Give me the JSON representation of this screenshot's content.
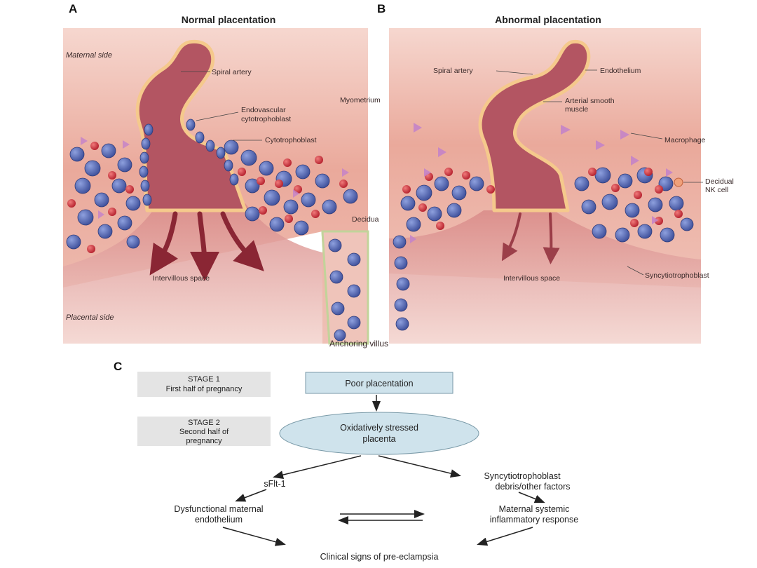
{
  "panel_a": {
    "letter": "A",
    "title": "Normal placentation",
    "labels": {
      "maternal_side": "Maternal side",
      "spiral_artery": "Spiral artery",
      "endovascular_line1": "Endovascular",
      "endovascular_line2": "cytotrophoblast",
      "cytotrophoblast": "Cytotrophoblast",
      "intervillous": "Intervillous space",
      "placental_side": "Placental side"
    }
  },
  "panel_b": {
    "letter": "B",
    "title": "Abnormal placentation",
    "labels": {
      "spiral_artery": "Spiral artery",
      "endothelium": "Endothelium",
      "smooth_line1": "Arterial smooth",
      "smooth_line2": "muscle",
      "macrophage": "Macrophage",
      "decidual_line1": "Decidual",
      "decidual_line2": "NK cell",
      "intervillous": "Intervillous space",
      "syncytio": "Syncytiotrophoblast"
    }
  },
  "shared_labels": {
    "myometrium": "Myometrium",
    "decidua": "Decidua",
    "anchoring_villus": "Anchoring villus"
  },
  "panel_c": {
    "letter": "C",
    "stage1_line1": "STAGE 1",
    "stage1_line2": "First half of pregnancy",
    "stage2_line1": "STAGE 2",
    "stage2_line2": "Second half of",
    "stage2_line3": "pregnancy",
    "poor_placentation": "Poor placentation",
    "oxidative_line1": "Oxidatively stressed",
    "oxidative_line2": "placenta",
    "sflt": "sFlt-1",
    "syncytio_line1": "Syncytiotrophoblast",
    "syncytio_line2": "debris/other factors",
    "dysfunctional_line1": "Dysfunctional maternal",
    "dysfunctional_line2": "endothelium",
    "systemic_line1": "Maternal systemic",
    "systemic_line2": "inflammatory response",
    "clinical": "Clinical signs of pre-eclampsia"
  },
  "colors": {
    "tissue": "#e8a89a",
    "tissue_light": "#f4cfc4",
    "vessel": "#a94a55",
    "vessel_wall": "#f3c58a",
    "trophoblast": "#5a6fb8",
    "rbc": "#d4303c",
    "macrophage": "#c584c8",
    "flow_box": "#cfe3ec",
    "stage_box": "#e4e4e4"
  }
}
